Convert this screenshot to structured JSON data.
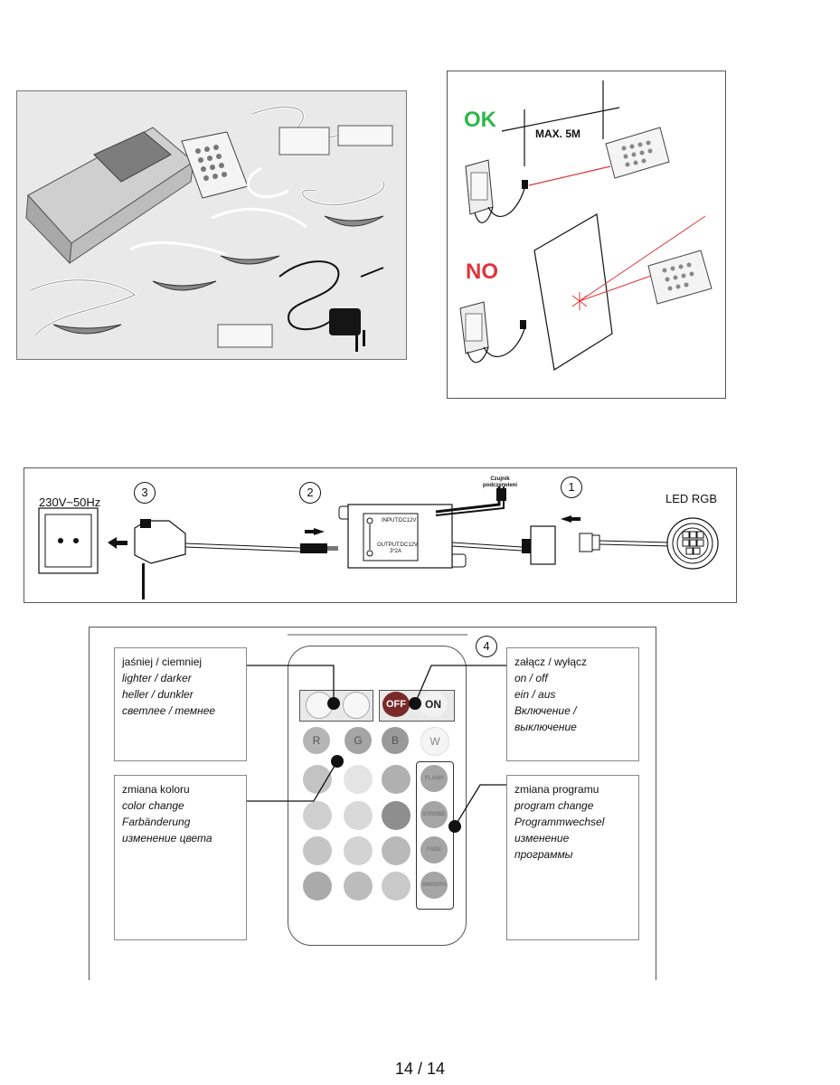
{
  "panel_ok_no": {
    "ok_label": "OK",
    "no_label": "NO",
    "distance_label": "MAX. 5M"
  },
  "wiring": {
    "voltage_label": "230V~50Hz",
    "led_label": "LED RGB",
    "sensor_label_line1": "Czujnik",
    "sensor_label_line2": "podczerwieni",
    "controller_input": "INPUT:DC12V",
    "controller_output_line1": "OUTPUT:DC12V,",
    "controller_output_line2": "3*2A",
    "step_numbers": [
      "1",
      "2",
      "3"
    ]
  },
  "remote": {
    "step_number": "4",
    "brightness_box": {
      "line1": "jaśniej / ciemniej",
      "line2": "lighter / darker",
      "line3": "heller / dunkler",
      "line4": "светлее / темнее"
    },
    "power_box": {
      "line1": "załącz /  wyłącz",
      "line2": "on / off",
      "line3": "ein / aus",
      "line4": "Включение /",
      "line5": "выключение"
    },
    "color_box": {
      "line1": "zmiana koloru",
      "line2": "color change",
      "line3": "Farbänderung",
      "line4": "изменение цвета"
    },
    "program_box": {
      "line1": "zmiana programu",
      "line2": "program change",
      "line3": "Programmwechsel",
      "line4": "изменение",
      "line5": "программы"
    },
    "off_label": "OFF",
    "on_label": "ON",
    "color_keys": [
      "R",
      "G",
      "B",
      "W"
    ],
    "program_keys": [
      "FLASH",
      "STROBE",
      "FADE",
      "SMOOTH"
    ]
  },
  "footer": {
    "page_number": "14 / 14"
  },
  "colors": {
    "ok_green": "#2db84b",
    "no_red": "#e0343a",
    "laser_red": "#e0343a"
  }
}
